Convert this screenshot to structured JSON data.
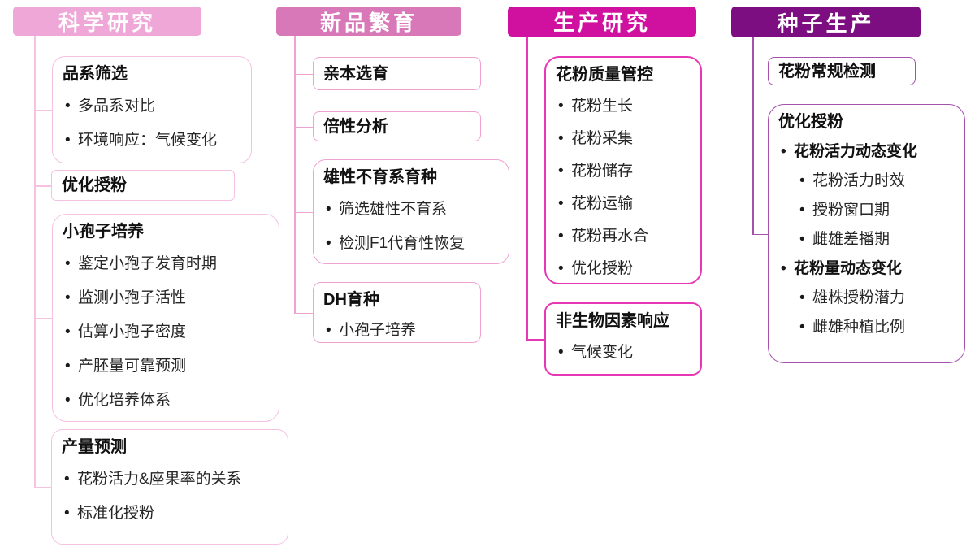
{
  "columns": [
    {
      "id": "scientific-research",
      "header": "科学研究",
      "colors": {
        "header_bg": "#efa7d7",
        "line": "#f5c2e2"
      },
      "boxes": [
        {
          "id": "line-screening",
          "title": "品系筛选",
          "items": [
            {
              "text": "多品系对比",
              "level": 1,
              "bold": false
            },
            {
              "text": "环境响应：气候变化",
              "level": 1,
              "bold": false
            }
          ]
        },
        {
          "id": "optimized-pollination",
          "title": "优化授粉",
          "items": []
        },
        {
          "id": "microspore-culture",
          "title": "小孢子培养",
          "items": [
            {
              "text": "鉴定小孢子发育时期",
              "level": 1,
              "bold": false
            },
            {
              "text": "监测小孢子活性",
              "level": 1,
              "bold": false
            },
            {
              "text": "估算小孢子密度",
              "level": 1,
              "bold": false
            },
            {
              "text": "产胚量可靠预测",
              "level": 1,
              "bold": false
            },
            {
              "text": "优化培养体系",
              "level": 1,
              "bold": false
            }
          ]
        },
        {
          "id": "yield-prediction",
          "title": "产量预测",
          "items": [
            {
              "text": "花粉活力&座果率的关系",
              "level": 1,
              "bold": false
            },
            {
              "text": "标准化授粉",
              "level": 1,
              "bold": false
            }
          ]
        }
      ]
    },
    {
      "id": "new-variety-breeding",
      "header": "新品繁育",
      "colors": {
        "header_bg": "#d878b8",
        "line": "#efa3d2"
      },
      "boxes": [
        {
          "id": "parent-selection",
          "title": "亲本选育",
          "items": []
        },
        {
          "id": "ploidy-analysis",
          "title": "倍性分析",
          "items": []
        },
        {
          "id": "male-sterile-line-breeding",
          "title": "雄性不育系育种",
          "items": [
            {
              "text": "筛选雄性不育系",
              "level": 1,
              "bold": false
            },
            {
              "text": "检测F1代育性恢复",
              "level": 1,
              "bold": false
            }
          ]
        },
        {
          "id": "dh-breeding",
          "title": "DH育种",
          "items": [
            {
              "text": "小孢子培养",
              "level": 1,
              "bold": false
            }
          ]
        }
      ]
    },
    {
      "id": "production-research",
      "header": "生产研究",
      "colors": {
        "header_bg": "#d0109e",
        "line": "#e637b4"
      },
      "boxes": [
        {
          "id": "pollen-quality-control",
          "title": "花粉质量管控",
          "items": [
            {
              "text": "花粉生长",
              "level": 1,
              "bold": false
            },
            {
              "text": "花粉采集",
              "level": 1,
              "bold": false
            },
            {
              "text": "花粉储存",
              "level": 1,
              "bold": false
            },
            {
              "text": "花粉运输",
              "level": 1,
              "bold": false
            },
            {
              "text": "花粉再水合",
              "level": 1,
              "bold": false
            },
            {
              "text": "优化授粉",
              "level": 1,
              "bold": false
            }
          ]
        },
        {
          "id": "abiotic-factor-response",
          "title": "非生物因素响应",
          "items": [
            {
              "text": "气候变化",
              "level": 1,
              "bold": false
            }
          ]
        }
      ]
    },
    {
      "id": "seed-production",
      "header": "种子生产",
      "colors": {
        "header_bg": "#7c0e81",
        "line": "#a551ab"
      },
      "boxes": [
        {
          "id": "routine-pollen-testing",
          "title": "花粉常规检测",
          "items": []
        },
        {
          "id": "optimized-pollination-seed",
          "title": "优化授粉",
          "items": [
            {
              "text": "花粉活力动态变化",
              "level": 1,
              "bold": true
            },
            {
              "text": "花粉活力时效",
              "level": 2,
              "bold": false
            },
            {
              "text": "授粉窗口期",
              "level": 2,
              "bold": false
            },
            {
              "text": "雌雄差播期",
              "level": 2,
              "bold": false
            },
            {
              "text": "花粉量动态变化",
              "level": 1,
              "bold": true
            },
            {
              "text": "雄株授粉潜力",
              "level": 2,
              "bold": false
            },
            {
              "text": "雌雄种植比例",
              "level": 2,
              "bold": false
            }
          ]
        }
      ]
    }
  ]
}
